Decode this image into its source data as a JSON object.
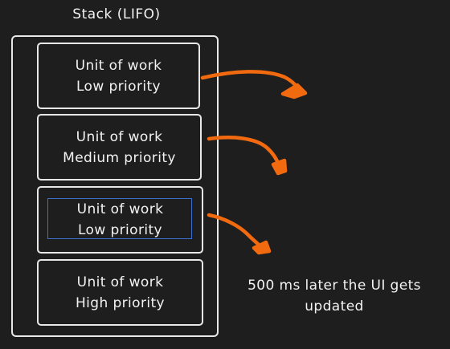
{
  "diagram": {
    "stack_title": "Stack (LIFO)",
    "units": [
      {
        "line1": "Unit of work",
        "line2": "Low priority"
      },
      {
        "line1": "Unit of work",
        "line2": "Medium priority"
      },
      {
        "line1": "Unit of work",
        "line2": "Low priority"
      },
      {
        "line1": "Unit of work",
        "line2": "High priority"
      }
    ],
    "note_line1": "500 ms later the UI gets",
    "note_line2": "updated"
  },
  "colors": {
    "background": "#1e1e1e",
    "stroke": "#e8e8e8",
    "text": "#f2f2f2",
    "arrow": "#f26a0f",
    "selection": "#3a6fd0"
  }
}
